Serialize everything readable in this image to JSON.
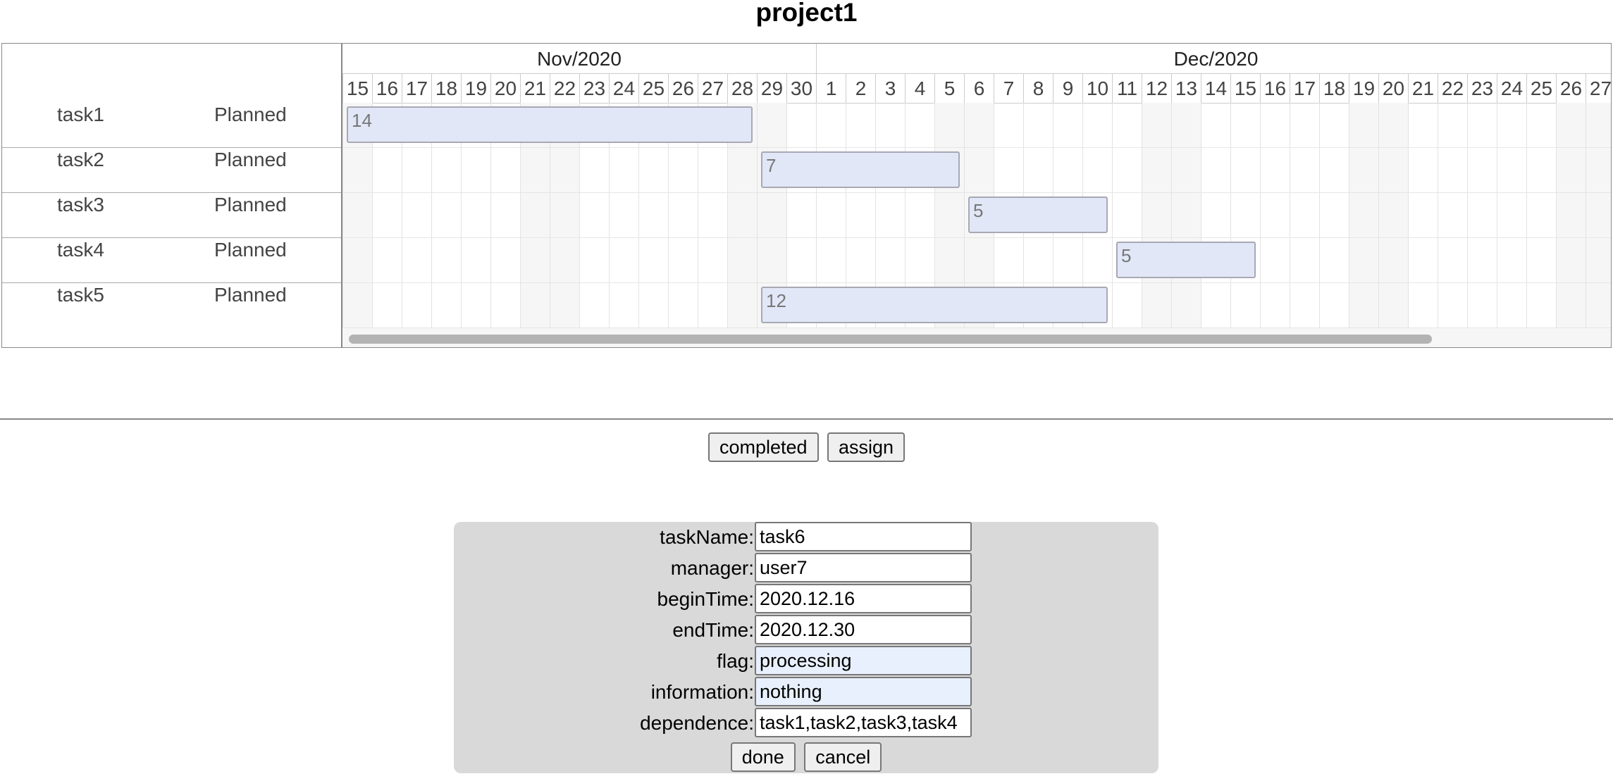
{
  "title": "project1",
  "gantt": {
    "tasks": [
      {
        "name": "task1",
        "status": "Planned"
      },
      {
        "name": "task2",
        "status": "Planned"
      },
      {
        "name": "task3",
        "status": "Planned"
      },
      {
        "name": "task4",
        "status": "Planned"
      },
      {
        "name": "task5",
        "status": "Planned"
      }
    ],
    "months": [
      {
        "label": "Nov/2020",
        "days": [
          15,
          16,
          17,
          18,
          19,
          20,
          21,
          22,
          23,
          24,
          25,
          26,
          27,
          28,
          29,
          30
        ]
      },
      {
        "label": "Dec/2020",
        "days": [
          1,
          2,
          3,
          4,
          5,
          6,
          7,
          8,
          9,
          10,
          11,
          12,
          13,
          14,
          15,
          16,
          17,
          18,
          19,
          20,
          21,
          22,
          23,
          24,
          25,
          26,
          27
        ]
      }
    ],
    "bars": [
      {
        "task": "task1",
        "start": "2020-11-15",
        "duration": 14,
        "label": "14"
      },
      {
        "task": "task2",
        "start": "2020-11-29",
        "duration": 7,
        "label": "7"
      },
      {
        "task": "task3",
        "start": "2020-12-06",
        "duration": 5,
        "label": "5"
      },
      {
        "task": "task4",
        "start": "2020-12-11",
        "duration": 5,
        "label": "5"
      },
      {
        "task": "task5",
        "start": "2020-11-29",
        "duration": 12,
        "label": "12"
      }
    ]
  },
  "actions": {
    "completed_label": "completed",
    "assign_label": "assign"
  },
  "form": {
    "fields": [
      {
        "label": "taskName:",
        "value": "task6"
      },
      {
        "label": "manager:",
        "value": "user7"
      },
      {
        "label": "beginTime:",
        "value": "2020.12.16"
      },
      {
        "label": "endTime:",
        "value": "2020.12.30"
      },
      {
        "label": "flag:",
        "value": "processing"
      },
      {
        "label": "information:",
        "value": "nothing"
      },
      {
        "label": "dependence:",
        "value": "task1,task2,task3,task4"
      }
    ],
    "done_label": "done",
    "cancel_label": "cancel"
  }
}
